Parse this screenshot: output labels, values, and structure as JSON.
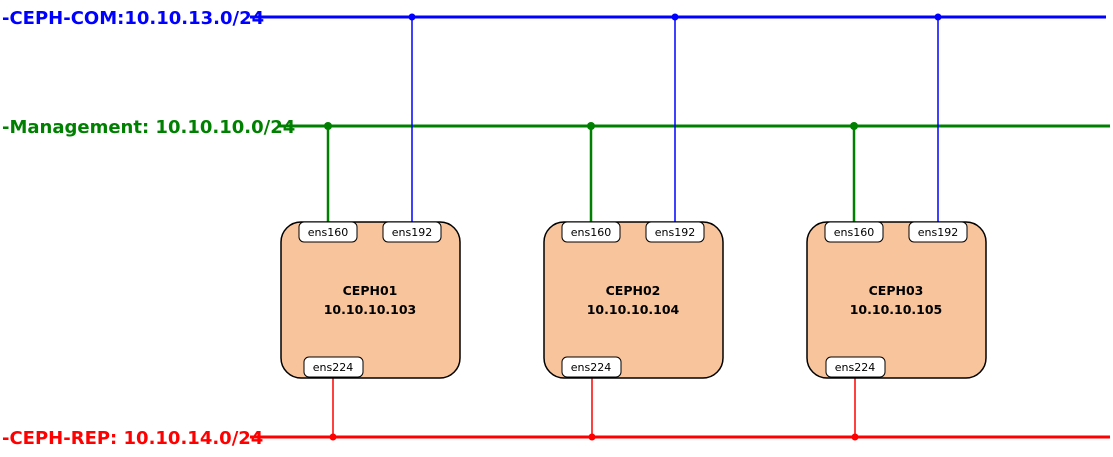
{
  "networks": {
    "com": {
      "label": "-CEPH-COM:10.10.13.0/24",
      "color": "#0000ff"
    },
    "mgmt": {
      "label": "-Management: 10.10.10.0/24",
      "color": "#008000"
    },
    "rep": {
      "label": "-CEPH-REP: 10.10.14.0/24",
      "color": "#ff0000"
    }
  },
  "nodes": [
    {
      "name": "CEPH01",
      "ip": "10.10.10.103",
      "ports": {
        "mgmt": "ens160",
        "com": "ens192",
        "rep": "ens224"
      }
    },
    {
      "name": "CEPH02",
      "ip": "10.10.10.104",
      "ports": {
        "mgmt": "ens160",
        "com": "ens192",
        "rep": "ens224"
      }
    },
    {
      "name": "CEPH03",
      "ip": "10.10.10.105",
      "ports": {
        "mgmt": "ens160",
        "com": "ens192",
        "rep": "ens224"
      }
    }
  ],
  "colors": {
    "node_fill": "#f8c49c",
    "port_fill": "#ffffff"
  }
}
